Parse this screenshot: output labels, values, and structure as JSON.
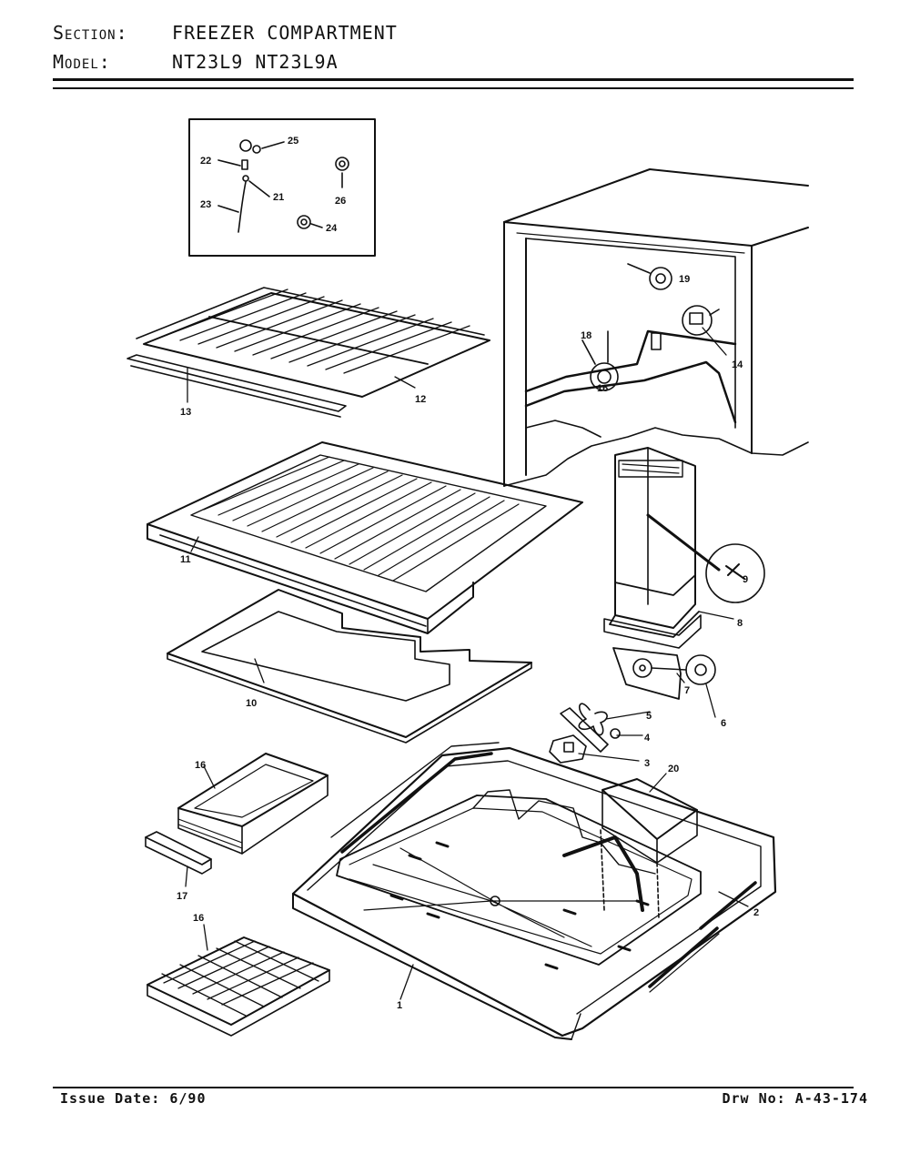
{
  "header": {
    "section_label": "Section:",
    "section_value": "FREEZER COMPARTMENT",
    "model_label": "Model:",
    "model_value": "NT23L9  NT23L9A"
  },
  "footer": {
    "issue_date": "Issue Date: 6/90",
    "drawing_no": "Drw No: A-43-174"
  },
  "callouts": {
    "c1": "1",
    "c2": "2",
    "c3": "3",
    "c4": "4",
    "c5": "5",
    "c6": "6",
    "c7": "7",
    "c8": "8",
    "c9": "9",
    "c10": "10",
    "c11": "11",
    "c12": "12",
    "c13": "13",
    "c14": "14",
    "c16a": "16",
    "c16b": "16",
    "c16c": "16",
    "c17": "17",
    "c18": "18",
    "c19": "19",
    "c20": "20",
    "c21": "21",
    "c22": "22",
    "c23": "23",
    "c24": "24",
    "c25": "25",
    "c26": "26"
  }
}
